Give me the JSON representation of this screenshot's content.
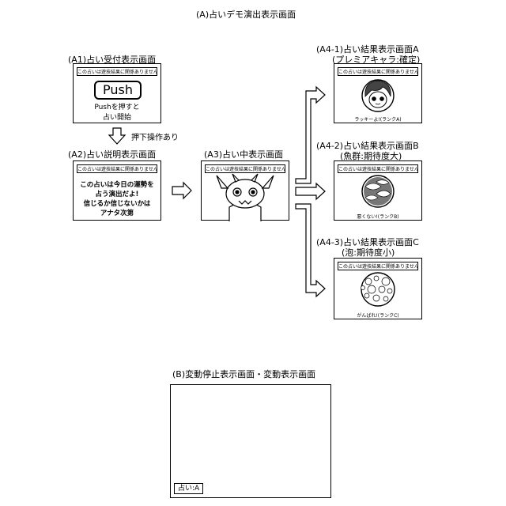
{
  "section_a": {
    "title": "(A)占いデモ演出表示画面"
  },
  "section_b": {
    "title": "(B)変動停止表示画面・変動表示画面",
    "status_label": "占い:A"
  },
  "notice": "この占いは遊技結果に関係ありません",
  "a1": {
    "title": "(A1)占い受付表示画面",
    "button": "Push",
    "text": "Pushを押すと\n占い開始"
  },
  "press_label": "押下操作あり",
  "a2": {
    "title": "(A2)占い説明表示画面",
    "text": "この占いは今日の運勢を\n占う演出だよ!\n信じるか信じないかは\nアナタ次第"
  },
  "a3": {
    "title": "(A3)占い中表示画面"
  },
  "a41": {
    "title": "(A4-1)占い結果表示画面A",
    "subtitle": "(プレミアキャラ:確定)",
    "caption": "ラッキーよ!(ランクA)"
  },
  "a42": {
    "title": "(A4-2)占い結果表示画面B",
    "subtitle": "(魚群:期待度大)",
    "caption": "悪くない!(ランクB)"
  },
  "a43": {
    "title": "(A4-3)占い結果表示画面C",
    "subtitle": "(泡:期待度小)",
    "caption": "がんばれ!(ランクC)"
  }
}
